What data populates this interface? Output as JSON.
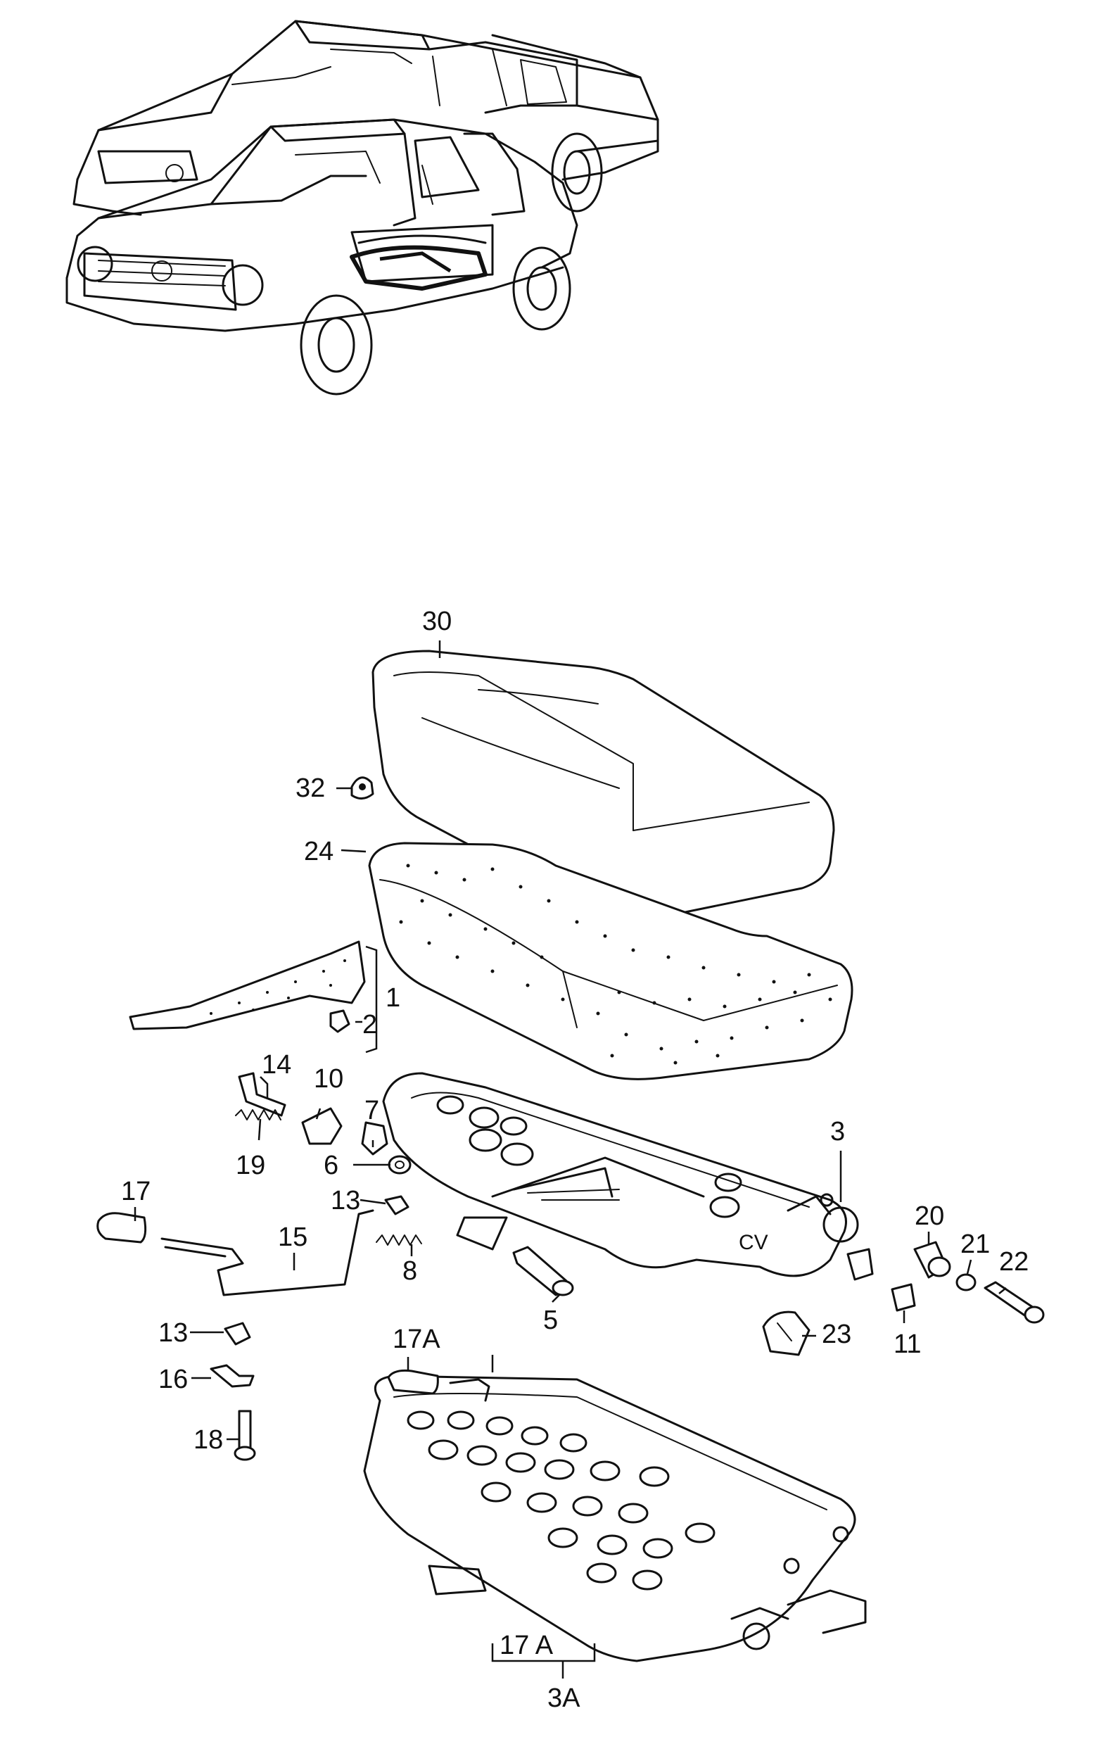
{
  "labels": {
    "p1": "1",
    "p2": "2",
    "p3": "3",
    "p3a": "3A",
    "p5": "5",
    "p6": "6",
    "p7": "7",
    "p8": "8",
    "p10": "10",
    "p11": "11",
    "p13a": "13",
    "p13b": "13",
    "p14": "14",
    "p15": "15",
    "p16": "16",
    "p17": "17",
    "p17a": "17A",
    "p17a2": "17 A",
    "p18": "18",
    "p19": "19",
    "p20": "20",
    "p21": "21",
    "p22": "22",
    "p23": "23",
    "p24": "24",
    "p30": "30",
    "p32": "32"
  },
  "colors": {
    "line": "#111111",
    "background": "#ffffff"
  }
}
